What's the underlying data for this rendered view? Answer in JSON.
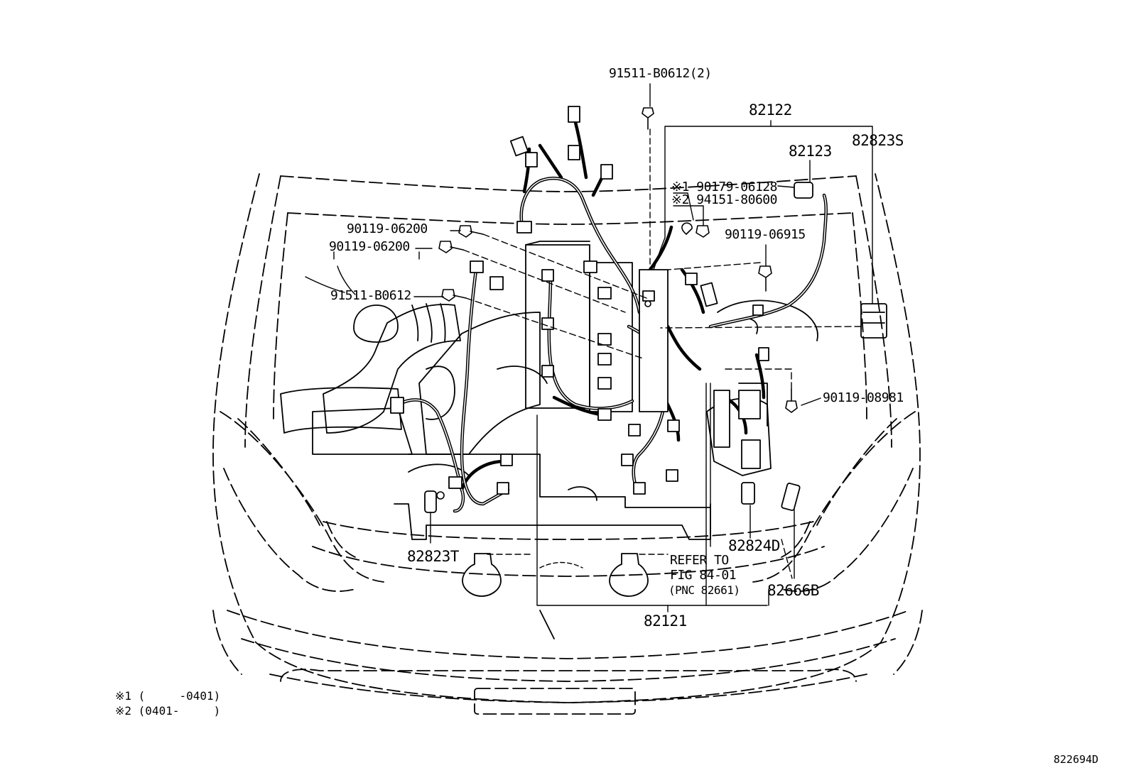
{
  "diagram": {
    "labels": {
      "top_bolt": "91511-B0612(2)",
      "harness_82122": "82122",
      "relay_82823s": "82823S",
      "part_82123": "82123",
      "note1_part": "※1 90179-06128",
      "note2_part": "※2 94151-80600",
      "bolt_06200_a": "90119-06200",
      "bolt_06200_b": "90119-06200",
      "bolt_06915": "90119-06915",
      "bolt_b0612": "91511-B0612",
      "bolt_08981": "90119-08981",
      "relay_82823t": "82823T",
      "clip_82824d": "82824D",
      "refer_line1": "REFER TO",
      "refer_line2": "FIG 84-01",
      "refer_line3": "(PNC 82661)",
      "part_82666b": "82666B",
      "harness_82121": "82121"
    },
    "footnotes": [
      "※1 (     -0401)",
      "※2 (0401-     )"
    ],
    "figure_code": "822694D"
  }
}
